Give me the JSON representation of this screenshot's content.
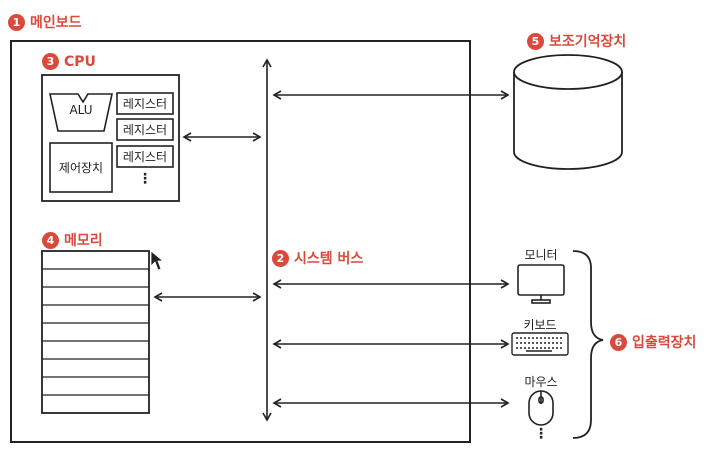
{
  "components": {
    "mainboard": {
      "badge": "1",
      "label": "메인보드"
    },
    "system_bus": {
      "badge": "2",
      "label": "시스템 버스"
    },
    "cpu": {
      "badge": "3",
      "label": "CPU",
      "alu": "ALU",
      "control_unit": "제어장치",
      "registers": [
        "레지스터",
        "레지스터",
        "레지스터"
      ],
      "more": "⋮"
    },
    "memory": {
      "badge": "4",
      "label": "메모리",
      "rows": 9
    },
    "storage": {
      "badge": "5",
      "label": "보조기억장치"
    },
    "io": {
      "badge": "6",
      "label": "입출력장치",
      "devices": [
        "모니터",
        "키보드",
        "마우스"
      ],
      "more": "⋮"
    }
  }
}
